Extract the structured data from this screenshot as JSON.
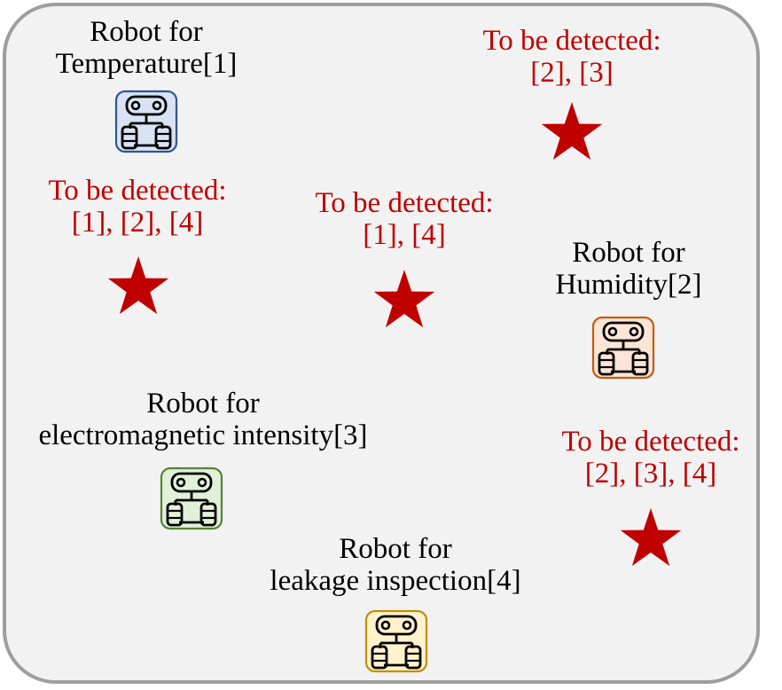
{
  "robots": [
    {
      "id": "temperature",
      "line1": "Robot for",
      "line2": "Temperature[1]",
      "fill": "#dae3f3",
      "stroke": "#2f5597"
    },
    {
      "id": "humidity",
      "line1": "Robot for",
      "line2": "Humidity[2]",
      "fill": "#fbe5d6",
      "stroke": "#c55a11"
    },
    {
      "id": "electromagnetic",
      "line1": "Robot for",
      "line2": "electromagnetic intensity[3]",
      "fill": "#e2f0d9",
      "stroke": "#548235"
    },
    {
      "id": "leakage",
      "line1": "Robot for",
      "line2": "leakage inspection[4]",
      "fill": "#fff2cc",
      "stroke": "#bf9000"
    }
  ],
  "targets": [
    {
      "line1": "To be detected:",
      "line2": "[2], [3]"
    },
    {
      "line1": "To be detected:",
      "line2": "[1], [2], [4]"
    },
    {
      "line1": "To be detected:",
      "line2": "[1], [4]"
    },
    {
      "line1": "To be detected:",
      "line2": "[2], [3], [4]"
    }
  ],
  "colors": {
    "target_text": "#c00000",
    "star": "#c00000",
    "frame_border": "#9e9e9e",
    "frame_fill": "#f2f2f2"
  },
  "icons": {
    "robot": "robot-icon",
    "target": "star-icon"
  }
}
